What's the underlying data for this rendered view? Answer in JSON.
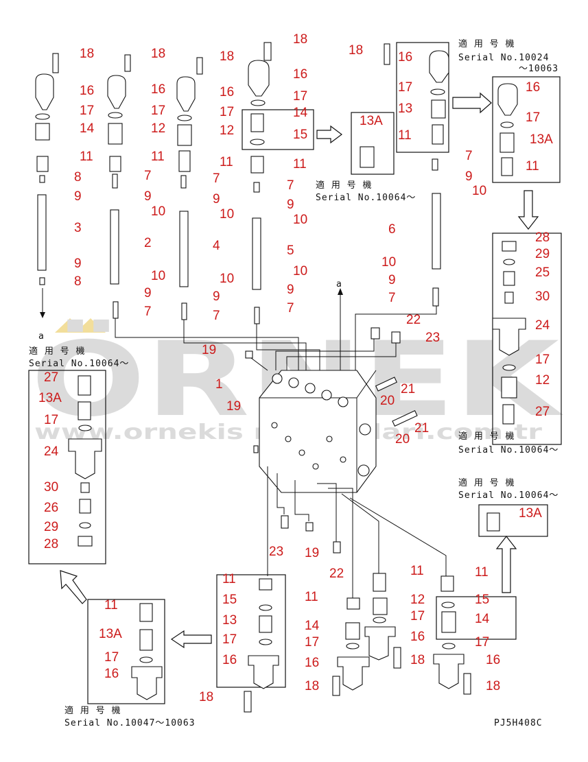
{
  "labels": {
    "c18a": "18",
    "c16a": "16",
    "c17a": "17",
    "c14a": "14",
    "c11a": "11",
    "c8a": "8",
    "c9a": "9",
    "c3": "3",
    "c9b": "9",
    "c8b": "8",
    "c18b": "18",
    "c16b": "16",
    "c17b": "17",
    "c12b": "12",
    "c11b": "11",
    "c7b": "7",
    "c9c": "9",
    "c10b": "10",
    "c2": "2",
    "c10c": "10",
    "c9d": "9",
    "c7c": "7",
    "c18c": "18",
    "c16c": "16",
    "c17c": "17",
    "c12c": "12",
    "c11c": "11",
    "c7d": "7",
    "c9e": "9",
    "c10d": "10",
    "c4": "4",
    "c10e": "10",
    "c9f": "9",
    "c7e": "7",
    "c18d": "18",
    "c16d": "16",
    "c17d": "17",
    "c14d": "14",
    "c15d": "15",
    "c11d": "11",
    "c7f": "7",
    "c9g": "9",
    "c10f": "10",
    "c5": "5",
    "c10g": "10",
    "c9h": "9",
    "c7g": "7",
    "c13Aa": "13A",
    "c18e": "18",
    "c16e": "16",
    "c17e": "17",
    "c13e": "13",
    "c11e": "11",
    "c16f": "16",
    "c17f": "17",
    "c13Af": "13A",
    "c11f": "11",
    "c7h": "7",
    "c9i": "9",
    "c10h": "10",
    "c6": "6",
    "c10i": "10",
    "c9j": "9",
    "c7i": "7",
    "c28r": "28",
    "c29r": "29",
    "c25r": "25",
    "c30r": "30",
    "c24r": "24",
    "c17r": "17",
    "c12r": "12",
    "c27r": "27",
    "c22a": "22",
    "c23a": "23",
    "c19a": "19",
    "c1": "1",
    "c19b": "19",
    "c21a": "21",
    "c20a": "20",
    "c21b": "21",
    "c20b": "20",
    "c27l": "27",
    "c13Al": "13A",
    "c17l": "17",
    "c24l": "24",
    "c30l": "30",
    "c26l": "26",
    "c29l": "29",
    "c28l": "28",
    "c23b": "23",
    "c19c": "19",
    "c22b": "22",
    "c11m": "11",
    "c15m": "15",
    "c13m": "13",
    "c17m": "17",
    "c16m": "16",
    "c18m": "18",
    "c11bl": "11",
    "c13Abl": "13A",
    "c17bl": "17",
    "c16bl": "16",
    "c11n": "11",
    "c14n": "14",
    "c17n": "17",
    "c16n": "16",
    "c18n": "18",
    "c11o": "11",
    "c12o": "12",
    "c17o": "17",
    "c16o": "16",
    "c18o": "18",
    "c11p": "11",
    "c15p": "15",
    "c14p": "14",
    "c17p": "17",
    "c16p": "16",
    "c18p": "18",
    "c13Ab": "13A"
  },
  "serials": {
    "s1_label": "適 用 号 機",
    "s1_value": "Serial No.10024",
    "s1_range": "～10063",
    "s2_label": "適 用 号 機",
    "s2_value": "Serial No.10064～",
    "s3_label": "適 用 号 機",
    "s3_value": "Serial No.10064～",
    "s4_label": "適 用 号 機",
    "s4_value": "Serial No.10064～",
    "s5_label": "適 用 号 機",
    "s5_value": "Serial No.10064～",
    "s6_label": "適 用 号 機",
    "s6_value": "Serial No.10047～10063"
  },
  "view_marks": {
    "a_top": "a",
    "a_left": "a"
  },
  "drawing_code": "PJ5H408C",
  "watermark": {
    "brand": "ÖRNEK",
    "url": "www.ornekis makinalari.com.tr"
  },
  "colors": {
    "callout": "#cc1a1a",
    "line": "#111111",
    "watermark": "#bfbfbf",
    "watermark_accent": "#e8c44a"
  }
}
